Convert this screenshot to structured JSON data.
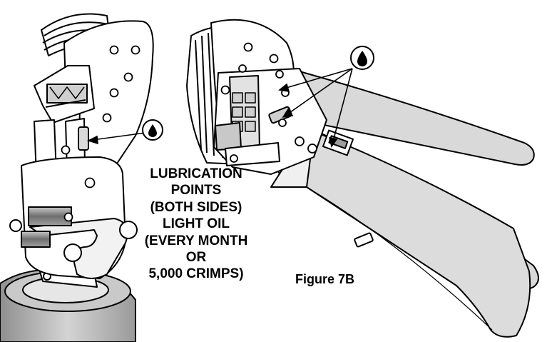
{
  "note_lines": [
    "LUBRICATION",
    "POINTS",
    "(BOTH SIDES)",
    "LIGHT OIL",
    "(EVERY MONTH",
    "OR",
    "5,000 CRIMPS)"
  ],
  "figure_caption": "Figure 7B",
  "icons": [
    "oil-drop-icon",
    "oil-drop-icon"
  ],
  "colors": {
    "line": "#000000",
    "handle_fill": "#d9d9d9",
    "base_fill": "#b5b5b5",
    "background": "#ffffff"
  }
}
